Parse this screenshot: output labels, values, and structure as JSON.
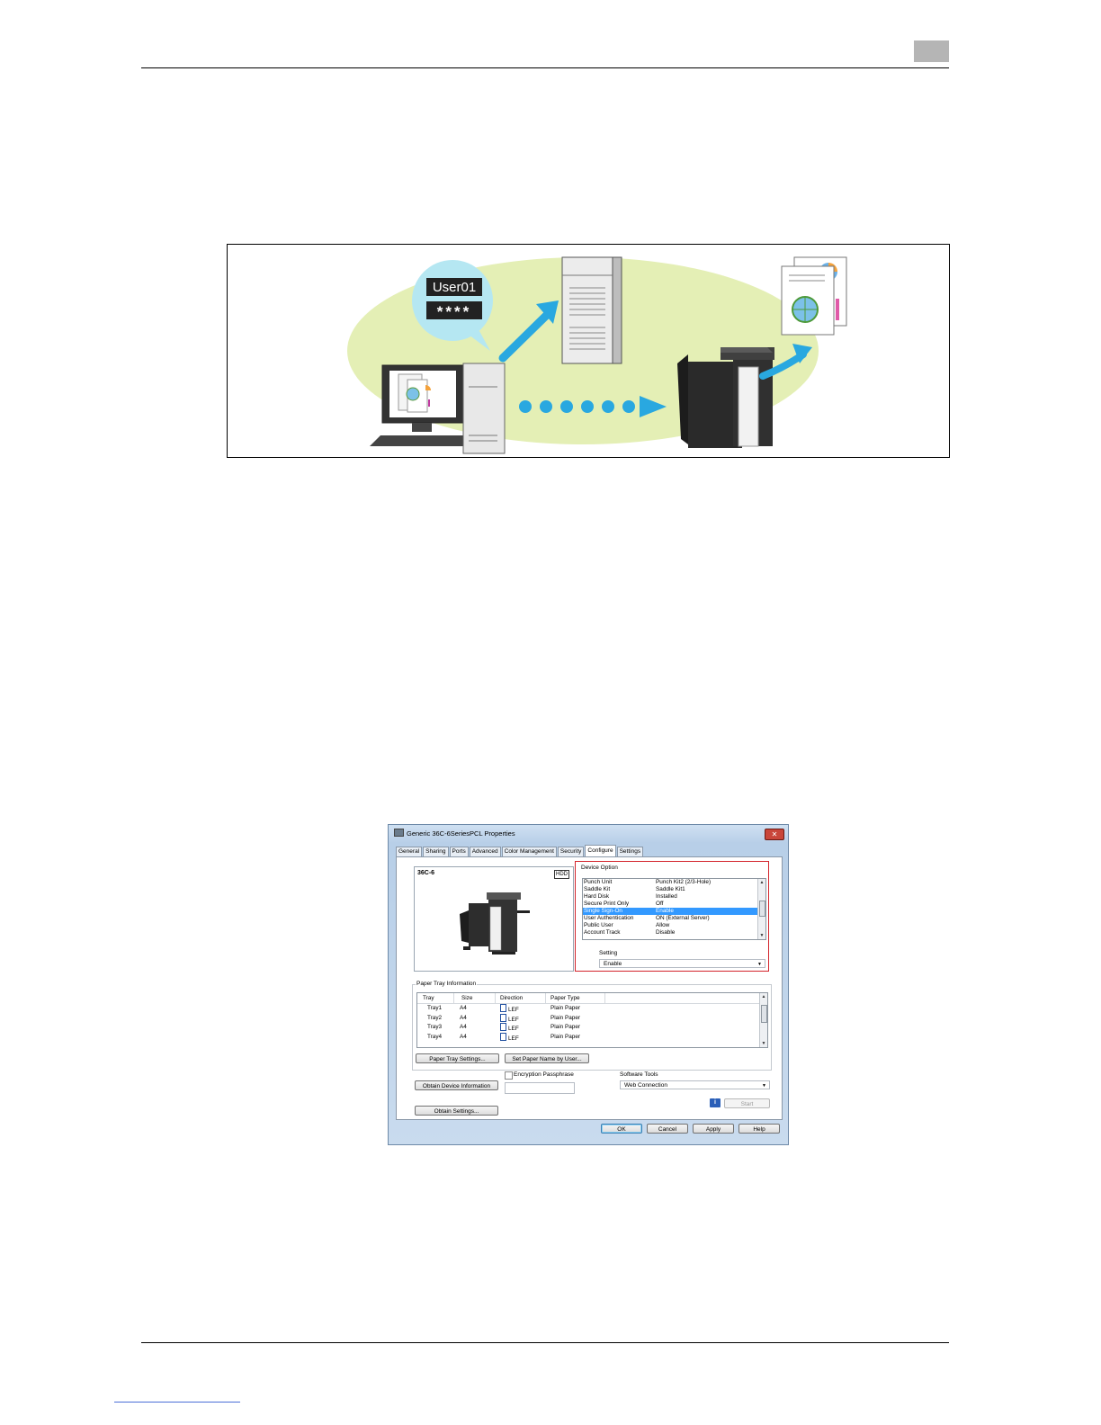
{
  "illustration": {
    "user_label": "User01",
    "password_mask": "****"
  },
  "dialog": {
    "title": "Generic 36C-6SeriesPCL Properties",
    "close_glyph": "✕",
    "tabs": [
      "General",
      "Sharing",
      "Ports",
      "Advanced",
      "Color Management",
      "Security",
      "Configure",
      "Settings"
    ],
    "active_tab": "Configure",
    "model_name": "36C-6",
    "hdd_badge": "HDD",
    "device_option": {
      "label": "Device Option",
      "items": [
        {
          "name": "Punch Unit",
          "value": "Punch Kit2 (2/3-Hole)"
        },
        {
          "name": "Saddle Kit",
          "value": "Saddle Kit1"
        },
        {
          "name": "Hard Disk",
          "value": "Installed"
        },
        {
          "name": "Secure Print Only",
          "value": "Off"
        },
        {
          "name": "Single Sign-On",
          "value": "Enable"
        },
        {
          "name": "User Authentication",
          "value": "ON (External Server)"
        },
        {
          "name": "Public User",
          "value": "Allow"
        },
        {
          "name": "Account Track",
          "value": "Disable"
        }
      ],
      "selected": "Single Sign-On",
      "setting_label": "Setting",
      "setting_value": "Enable"
    },
    "paper_tray": {
      "label": "Paper Tray Information",
      "columns": [
        "Tray",
        "Size",
        "Direction",
        "Paper Type"
      ],
      "rows": [
        {
          "tray": "Tray1",
          "size": "A4",
          "direction": "LEF",
          "type": "Plain Paper"
        },
        {
          "tray": "Tray2",
          "size": "A4",
          "direction": "LEF",
          "type": "Plain Paper"
        },
        {
          "tray": "Tray3",
          "size": "A4",
          "direction": "LEF",
          "type": "Plain Paper"
        },
        {
          "tray": "Tray4",
          "size": "A4",
          "direction": "LEF",
          "type": "Plain Paper"
        }
      ],
      "settings_button": "Paper Tray Settings...",
      "set_name_button": "Set Paper Name by User..."
    },
    "obtain_device_button": "Obtain Device Information",
    "obtain_settings_button": "Obtain Settings...",
    "encryption_label": "Encryption Passphrase",
    "software_tools_label": "Software Tools",
    "software_tools_value": "Web Connection",
    "start_button": "Start",
    "info_icon_glyph": "i",
    "ok_button": "OK",
    "cancel_button": "Cancel",
    "apply_button": "Apply",
    "help_button": "Help"
  }
}
